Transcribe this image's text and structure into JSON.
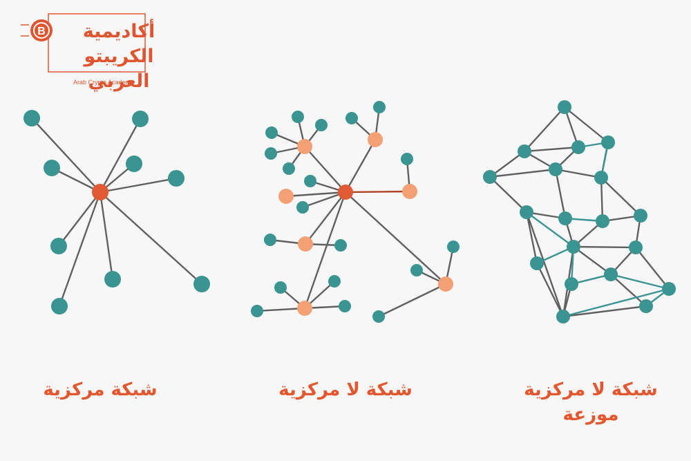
{
  "logo": {
    "arabic_line": "أكاديمية الكريبتو العربي",
    "english_text": "Arab Crypto Academy",
    "badge_letter": "B"
  },
  "captions": {
    "central": "شبكة مركزية",
    "decentralized": "شبكة لا  مركزية",
    "distributed_line1": "شبكة لا مركزية",
    "distributed_line2": "موزعة"
  },
  "colors": {
    "teal": "#3a9491",
    "hub_red": "#e05a33",
    "hub_orange": "#f3a074",
    "edge_gray": "#606060",
    "caption_orange": "#e4572e",
    "background": "#f7f7f7"
  }
}
